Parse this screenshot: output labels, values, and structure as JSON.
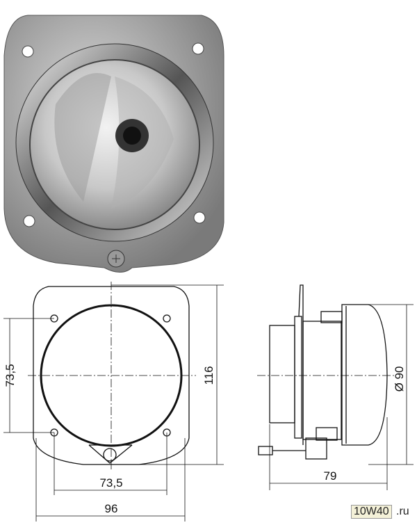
{
  "photo": {
    "subject": "fog-lamp-photo"
  },
  "front_view": {
    "dim_hole_vertical": "73,5",
    "dim_height": "116",
    "dim_hole_horizontal": "73,5",
    "dim_width": "96"
  },
  "side_view": {
    "dim_diameter": "Ø 90",
    "dim_depth": "79"
  },
  "watermark": {
    "main": "10W40",
    "suffix": ".ru"
  }
}
